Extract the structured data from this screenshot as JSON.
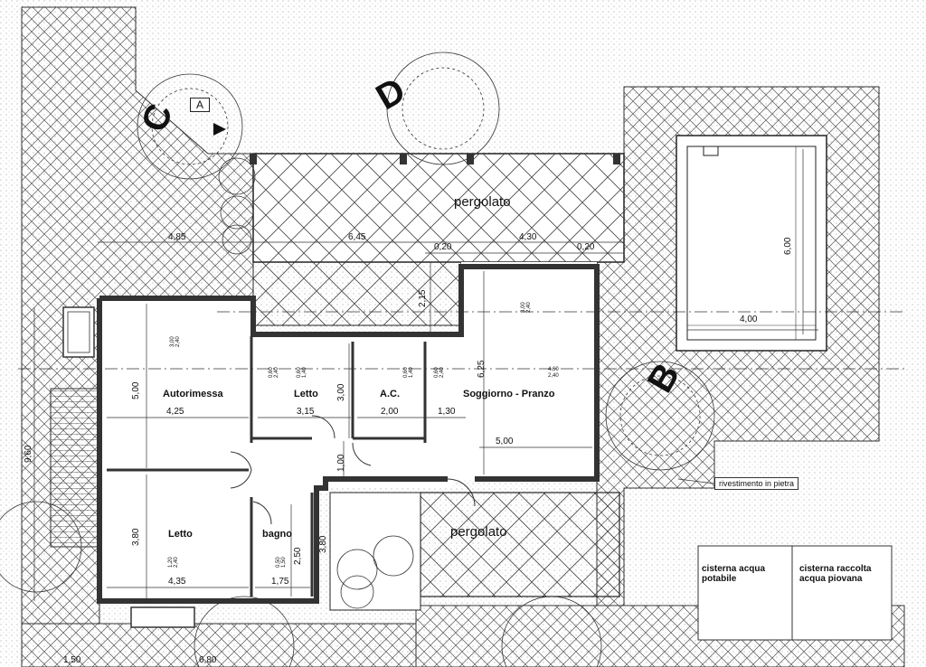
{
  "rooms": {
    "autorimessa": "Autorimessa",
    "letto_top": "Letto",
    "ac": "A.C.",
    "soggiorno": "Soggiorno - Pranzo",
    "letto_bottom": "Letto",
    "bagno": "bagno",
    "pergolato_top": "pergolato",
    "pergolato_bottom": "pergolato"
  },
  "dimensions": {
    "d485": "4,85",
    "d645": "6,45",
    "d430": "4,30",
    "d020a": "0,20",
    "d020b": "0,20",
    "d425": "4,25",
    "d315": "3,15",
    "d200": "2,00",
    "d130": "1,30",
    "d500h": "5,00",
    "d500v": "5,00",
    "d300": "3,00",
    "d625": "6,25",
    "d215": "2,15",
    "d100": "1,00",
    "d380a": "3,80",
    "d380b": "3,80",
    "d250": "2,50",
    "d435": "4,35",
    "d175": "1,75",
    "d960": "9,60",
    "d150": "1,50",
    "d680": "6,80",
    "d600": "6,00",
    "d400": "4,00"
  },
  "openings": {
    "win_autorimessa": "3,00\n2,40",
    "win_letto1": "0,60\n2,40",
    "win_letto2": "0,60\n1,40",
    "win_ac1": "0,60\n1,40",
    "win_ac2": "0,60\n2,40",
    "win_soggiorno": "3,00\n2,40",
    "win_soggiorno_side": "4,60\n2,40",
    "win_letto3": "1,20\n2,40",
    "win_bagno": "0,50\n1,50"
  },
  "section_marks": {
    "a": "A",
    "b": "B",
    "c": "C",
    "d": "D"
  },
  "notes": {
    "rivestimento": "rivestimento in pietra",
    "cisterna_potabile": "cisterna acqua\npotabile",
    "cisterna_piovana": "cisterna raccolta\nacqua piovana"
  }
}
